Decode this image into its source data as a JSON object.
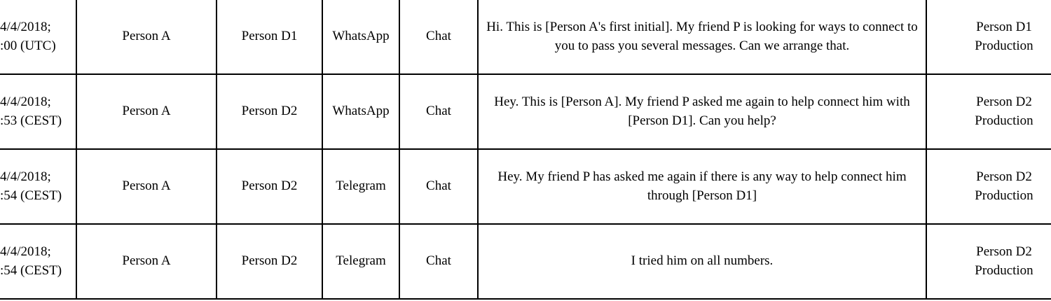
{
  "rows": [
    {
      "time_line1": "4/4/2018;",
      "time_line2": ":00 (UTC)",
      "from": "Person A",
      "to": "Person D1",
      "platform": "WhatsApp",
      "type": "Chat",
      "message": "Hi. This is [Person A's first initial]. My friend P is looking for ways to connect to you to pass you several messages. Can we arrange that.",
      "source_line1": "Person D1",
      "source_line2": "Production"
    },
    {
      "time_line1": "4/4/2018;",
      "time_line2": ":53 (CEST)",
      "from": "Person A",
      "to": "Person D2",
      "platform": "WhatsApp",
      "type": "Chat",
      "message": "Hey. This is [Person A]. My friend P asked me again to help connect him with [Person D1]. Can you help?",
      "source_line1": "Person D2",
      "source_line2": "Production"
    },
    {
      "time_line1": "4/4/2018;",
      "time_line2": ":54 (CEST)",
      "from": "Person A",
      "to": "Person D2",
      "platform": "Telegram",
      "type": "Chat",
      "message": "Hey. My friend P has asked me again if there is any way to help connect him through [Person D1]",
      "source_line1": "Person D2",
      "source_line2": "Production"
    },
    {
      "time_line1": "4/4/2018;",
      "time_line2": ":54 (CEST)",
      "from": "Person A",
      "to": "Person D2",
      "platform": "Telegram",
      "type": "Chat",
      "message": "I tried him on all numbers.",
      "source_line1": "Person D2",
      "source_line2": "Production"
    }
  ]
}
